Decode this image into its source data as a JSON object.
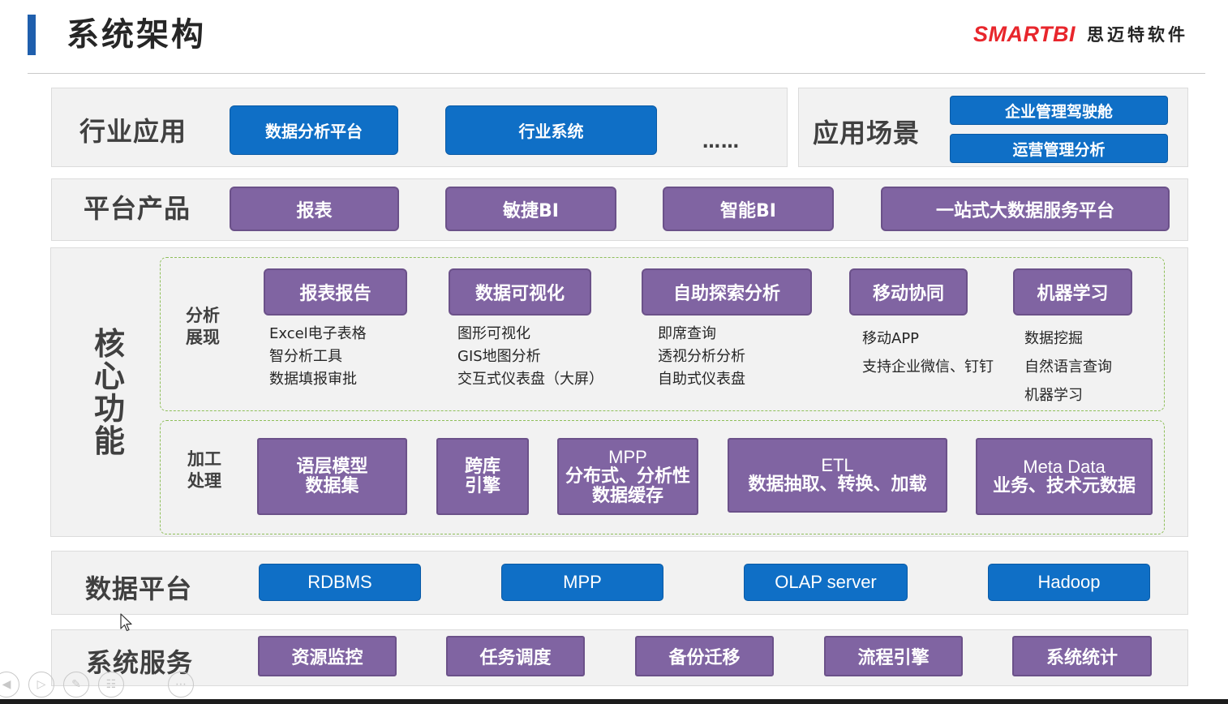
{
  "header": {
    "title": "系统架构",
    "logo_text": "SMARTBI",
    "logo_subtitle": "思迈特软件"
  },
  "industry": {
    "label": "行业应用",
    "items": [
      "数据分析平台",
      "行业系统"
    ],
    "ellipsis": "……"
  },
  "scenarios": {
    "label": "应用场景",
    "items": [
      "企业管理驾驶舱",
      "运营管理分析"
    ]
  },
  "products": {
    "label": "平台产品",
    "items": [
      "报表",
      "敏捷BI",
      "智能BI",
      "一站式大数据服务平台"
    ]
  },
  "core": {
    "label": "核心功能",
    "analysis": {
      "label": "分析展现",
      "groups": [
        {
          "title": "报表报告",
          "features": [
            "Excel电子表格",
            "智分析工具",
            "数据填报审批"
          ]
        },
        {
          "title": "数据可视化",
          "features": [
            "图形可视化",
            "GIS地图分析",
            "交互式仪表盘（大屏）"
          ]
        },
        {
          "title": "自助探索分析",
          "features": [
            "即席查询",
            "透视分析分析",
            "自助式仪表盘"
          ]
        },
        {
          "title": "移动协同",
          "features": [
            "移动APP",
            "支持企业微信、钉钉"
          ]
        },
        {
          "title": "机器学习",
          "features": [
            "数据挖掘",
            "自然语言查询",
            "机器学习"
          ]
        }
      ]
    },
    "processing": {
      "label": "加工处理",
      "items": [
        {
          "lines": [
            "语层模型",
            "数据集"
          ]
        },
        {
          "lines": [
            "跨库",
            "引擎"
          ]
        },
        {
          "lines": [
            "MPP",
            "分布式、分析性",
            "数据缓存"
          ]
        },
        {
          "lines": [
            "ETL",
            "数据抽取、转换、加载"
          ]
        },
        {
          "lines": [
            "Meta Data",
            "业务、技术元数据"
          ]
        }
      ]
    }
  },
  "data_platform": {
    "label": "数据平台",
    "items": [
      "RDBMS",
      "MPP",
      "OLAP server",
      "Hadoop"
    ]
  },
  "system_services": {
    "label": "系统服务",
    "items": [
      "资源监控",
      "任务调度",
      "备份迁移",
      "流程引擎",
      "系统统计"
    ]
  },
  "colors": {
    "blue": "#0f6fc6",
    "purple": "#8064a2",
    "title_bar": "#1f5fad",
    "logo_red": "#e8262c",
    "dashed_green": "#8fbf5a"
  },
  "controls": [
    "left-arrow-icon",
    "right-arrow-icon",
    "pen-icon",
    "pages-icon",
    "more-icon"
  ]
}
